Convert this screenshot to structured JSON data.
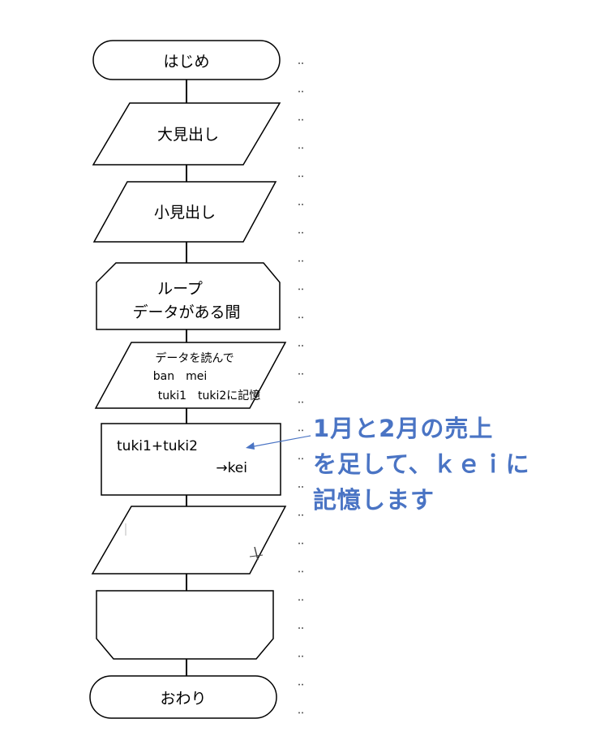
{
  "flowchart": {
    "start_label": "はじめ",
    "big_heading_label": "大見出し",
    "small_heading_label": "小見出し",
    "loop_label_1": "ループ",
    "loop_label_2": "データがある間",
    "read_label_1": "データを読んで",
    "read_label_2": "ban　mei",
    "read_label_3": "tuki1　tuki2に記憶",
    "process_label_1": "tuki1+tuki2",
    "process_label_2": "→kei",
    "end_label": "おわり"
  },
  "annotation": {
    "line_1": "1月と2月の売上",
    "line_2": "を足して、ｋｅｉに",
    "line_3": "記憶します",
    "color": "#4a74c4"
  }
}
